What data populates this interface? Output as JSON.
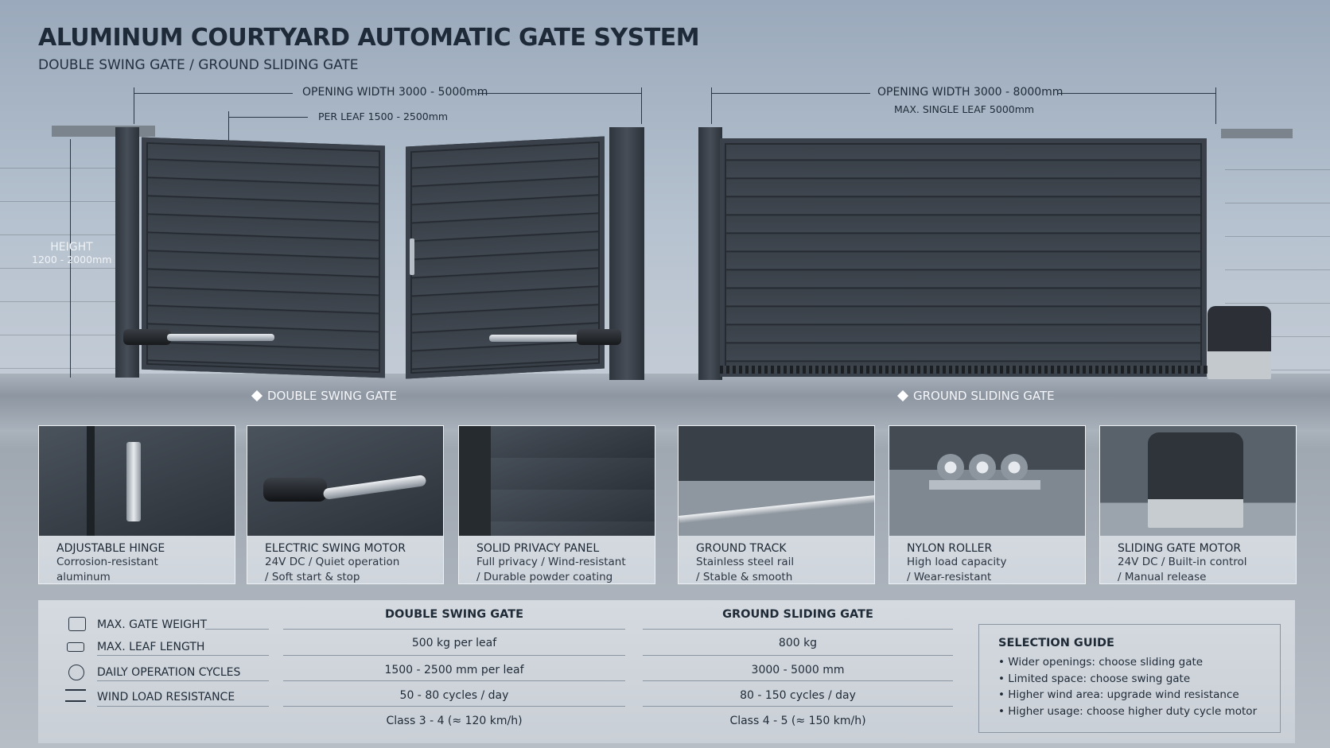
{
  "header": {
    "title": "ALUMINUM COURTYARD AUTOMATIC GATE SYSTEM",
    "subtitle": "DOUBLE SWING GATE / GROUND SLIDING GATE"
  },
  "dimensions": {
    "swing_opening": "OPENING WIDTH 3000 - 5000mm",
    "per_leaf": "PER LEAF 1500 - 2500mm",
    "height_label": "HEIGHT",
    "height_value": "1200 - 2000mm",
    "sliding_opening": "OPENING WIDTH 3000 - 8000mm",
    "max_single_leaf": "MAX. SINGLE LEAF 5000mm"
  },
  "gate_tags": {
    "swing": "DOUBLE SWING GATE",
    "sliding": "GROUND SLIDING GATE"
  },
  "features": [
    {
      "name": "ADJUSTABLE HINGE",
      "desc1": "Corrosion-resistant",
      "desc2": "aluminum"
    },
    {
      "name": "ELECTRIC SWING MOTOR",
      "desc1": "24V DC / Quiet operation",
      "desc2": "/ Soft start & stop"
    },
    {
      "name": "SOLID PRIVACY PANEL",
      "desc1": "Full privacy / Wind-resistant",
      "desc2": "/ Durable powder coating"
    },
    {
      "name": "GROUND TRACK",
      "desc1": "Stainless steel rail",
      "desc2": "/ Stable & smooth"
    },
    {
      "name": "NYLON ROLLER",
      "desc1": "High load capacity",
      "desc2": "/ Wear-resistant"
    },
    {
      "name": "SLIDING GATE MOTOR",
      "desc1": "24V DC / Built-in control",
      "desc2": "/ Manual release"
    }
  ],
  "specs": {
    "headers": {
      "swing": "DOUBLE SWING GATE",
      "sliding": "GROUND SLIDING GATE"
    },
    "labels": [
      "MAX. GATE WEIGHT",
      "MAX. LEAF LENGTH",
      "DAILY OPERATION CYCLES",
      "WIND LOAD RESISTANCE"
    ],
    "swing_values": [
      "500 kg per leaf",
      "1500 - 2500 mm per leaf",
      "50 - 80 cycles / day",
      "Class 3 - 4 (≈ 120 km/h)"
    ],
    "sliding_values": [
      "800 kg",
      "3000 - 5000 mm",
      "80 - 150 cycles / day",
      "Class 4 - 5 (≈ 150 km/h)"
    ]
  },
  "guide": {
    "title": "SELECTION GUIDE",
    "items": [
      "Wider openings: choose sliding gate",
      "Limited space: choose swing gate",
      "Higher wind area: upgrade wind resistance",
      "Higher usage: choose higher duty cycle motor"
    ]
  }
}
